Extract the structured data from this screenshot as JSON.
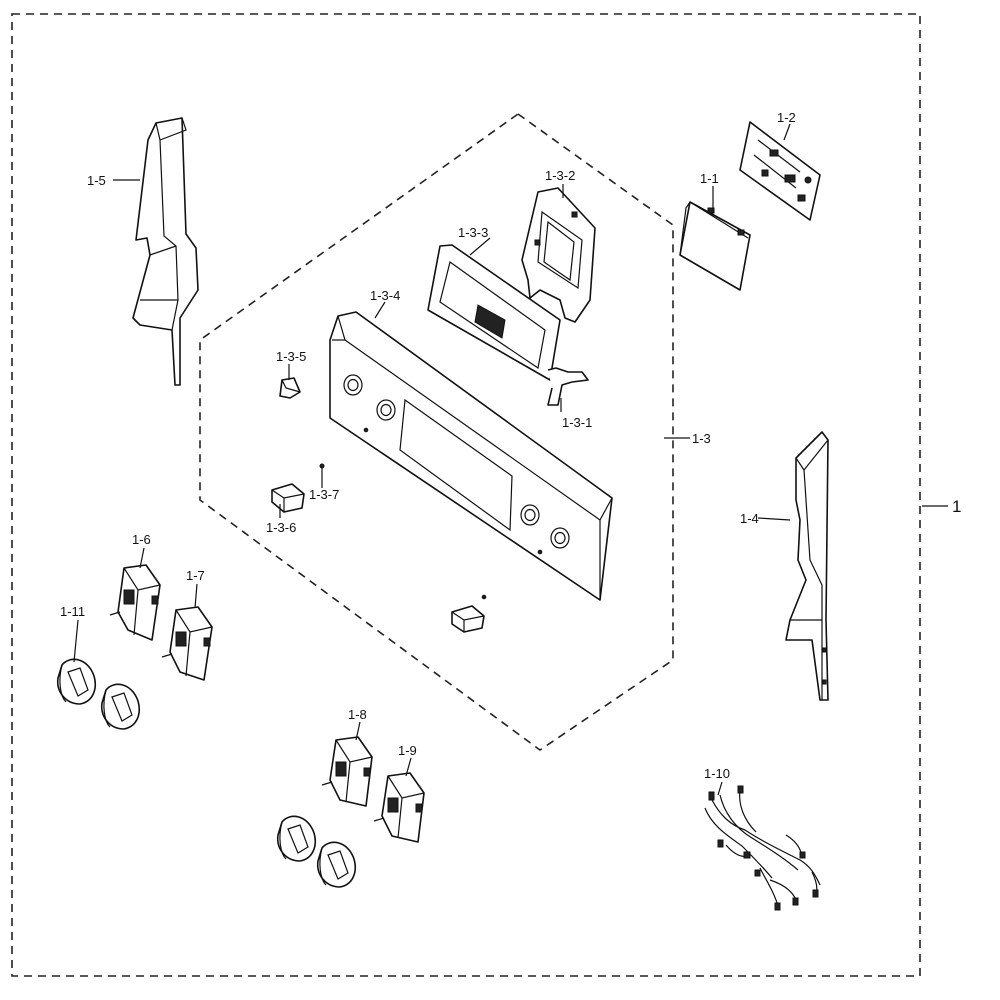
{
  "diagram": {
    "callouts": {
      "c1": "1",
      "c1_1": "1-1",
      "c1_2": "1-2",
      "c1_3": "1-3",
      "c1_3_1": "1-3-1",
      "c1_3_2": "1-3-2",
      "c1_3_3": "1-3-3",
      "c1_3_4": "1-3-4",
      "c1_3_5": "1-3-5",
      "c1_3_6": "1-3-6",
      "c1_3_7": "1-3-7",
      "c1_4": "1-4",
      "c1_5": "1-5",
      "c1_6": "1-6",
      "c1_7": "1-7",
      "c1_8": "1-8",
      "c1_9": "1-9",
      "c1_10": "1-10",
      "c1_11": "1-11"
    }
  }
}
